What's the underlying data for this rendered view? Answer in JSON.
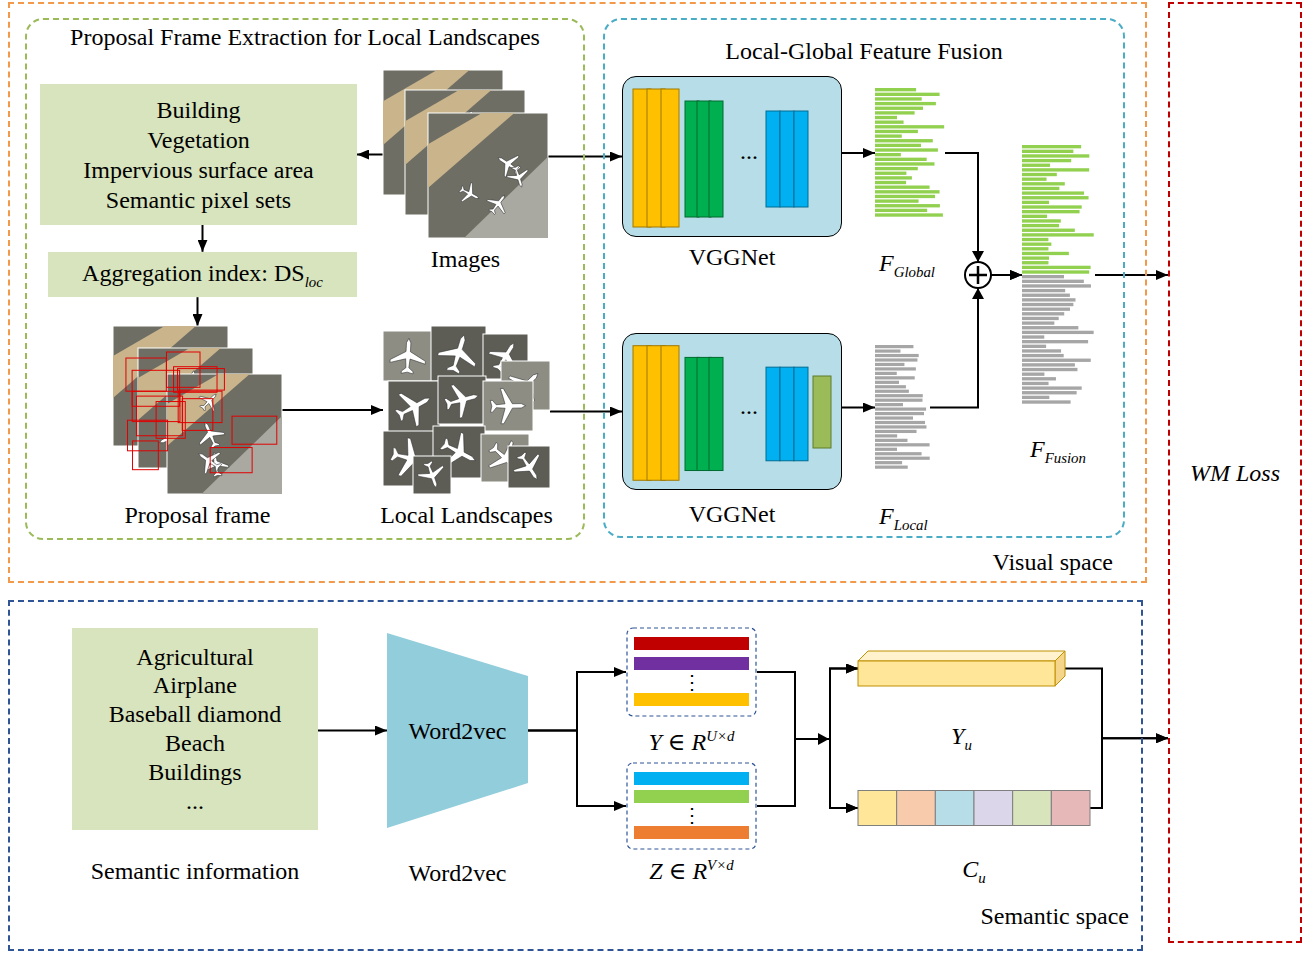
{
  "diagram": {
    "nodes": [
      {
        "text": [
          "Visual space"
        ]
      },
      {
        "text": [
          "Proposal Frame Extraction for Local Landscapes"
        ],
        "in": 0
      },
      {
        "text": [
          "Building",
          "Vegetation",
          "Impervious surface area",
          "Semantic pixel sets"
        ],
        "in": 1
      },
      {
        "text": [
          "Images"
        ],
        "in": 1
      },
      {
        "text": [
          "Aggregation index: DS",
          "loc"
        ],
        "in": 1
      },
      {
        "text": [
          "Proposal frame"
        ],
        "in": 1
      },
      {
        "text": [
          "Local Landscapes"
        ],
        "in": 1
      },
      {
        "text": [
          "Local-Global Feature Fusion"
        ],
        "in": 0
      },
      {
        "text": [
          "...",
          "VGGNet"
        ],
        "in": 7
      },
      {
        "text": [
          "F",
          "Global"
        ],
        "in": 7
      },
      {
        "text": [
          "...",
          "VGGNet"
        ],
        "in": 7
      },
      {
        "text": [
          "F",
          "Local"
        ],
        "in": 7
      },
      {
        "text": [
          "F",
          "Fusion"
        ],
        "in": 7
      },
      {
        "text": [
          "WM Loss"
        ]
      },
      {
        "text": [
          "Semantic space"
        ]
      },
      {
        "text": [
          "Agricultural",
          "Airplane",
          "Baseball diamond",
          "Beach",
          "Buildings",
          "...",
          "Semantic information"
        ],
        "in": 14
      },
      {
        "text": [
          "Word2vec",
          "Word2vec"
        ],
        "in": 14
      },
      {
        "text": [
          "⋮",
          "Y ∈ R",
          "U×d"
        ],
        "in": 14
      },
      {
        "text": [
          "⋮",
          "Z ∈ R",
          "V×d"
        ],
        "in": 14
      },
      {
        "text": [
          "Y",
          "u"
        ],
        "in": 14
      },
      {
        "text": [
          "C",
          "u"
        ],
        "in": 14
      }
    ],
    "edges": [
      {
        "from": 3,
        "to": 2,
        "arrow": "to"
      },
      {
        "from": 3,
        "to": 8,
        "arrow": "to"
      },
      {
        "from": 2,
        "to": 4,
        "arrow": "to"
      },
      {
        "from": 4,
        "to": 5,
        "arrow": "to"
      },
      {
        "from": 5,
        "to": 6,
        "arrow": "to"
      },
      {
        "from": 6,
        "to": 10,
        "arrow": "to"
      },
      {
        "from": 8,
        "to": 9,
        "arrow": "to"
      },
      {
        "from": 10,
        "to": 11,
        "arrow": "to"
      },
      {
        "from": 9,
        "to": 12,
        "arrow": "to"
      },
      {
        "from": 11,
        "to": 12,
        "arrow": "to"
      },
      {
        "from": 12,
        "to": 13,
        "arrow": "to"
      },
      {
        "from": 15,
        "to": 16,
        "arrow": "to"
      },
      {
        "from": 16,
        "to": 17,
        "arrow": "to"
      },
      {
        "from": 16,
        "to": 18,
        "arrow": "to"
      },
      {
        "from": 17,
        "to": 19,
        "arrow": "to"
      },
      {
        "from": 17,
        "to": 20,
        "arrow": "to"
      },
      {
        "from": 18,
        "to": 19,
        "arrow": "to"
      },
      {
        "from": 18,
        "to": 20,
        "arrow": "to"
      },
      {
        "from": 19,
        "to": 13,
        "arrow": "to"
      },
      {
        "from": 20,
        "to": 13,
        "arrow": "to"
      }
    ]
  }
}
